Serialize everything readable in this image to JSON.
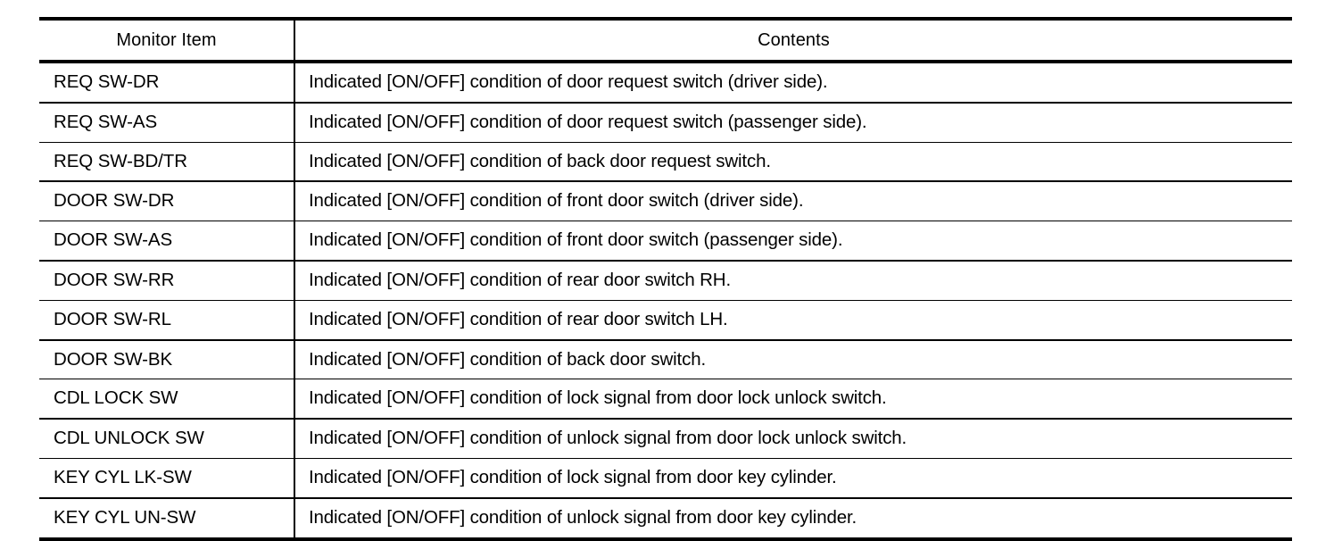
{
  "table": {
    "columns": [
      {
        "key": "monitor_item",
        "label": "Monitor Item",
        "align": "center"
      },
      {
        "key": "contents",
        "label": "Contents",
        "align": "center"
      }
    ],
    "rows": [
      {
        "monitor_item": "REQ SW-DR",
        "contents": "Indicated [ON/OFF] condition of door request switch (driver side)."
      },
      {
        "monitor_item": "REQ SW-AS",
        "contents": "Indicated [ON/OFF] condition of door request switch (passenger side)."
      },
      {
        "monitor_item": "REQ SW-BD/TR",
        "contents": "Indicated [ON/OFF] condition of back door request switch."
      },
      {
        "monitor_item": "DOOR SW-DR",
        "contents": "Indicated [ON/OFF] condition of front door switch (driver side)."
      },
      {
        "monitor_item": "DOOR SW-AS",
        "contents": "Indicated [ON/OFF] condition of front door switch (passenger side)."
      },
      {
        "monitor_item": "DOOR SW-RR",
        "contents": "Indicated [ON/OFF] condition of rear door switch RH."
      },
      {
        "monitor_item": "DOOR SW-RL",
        "contents": "Indicated [ON/OFF] condition of rear door switch LH."
      },
      {
        "monitor_item": "DOOR SW-BK",
        "contents": "Indicated [ON/OFF] condition of back door switch."
      },
      {
        "monitor_item": "CDL LOCK SW",
        "contents": "Indicated [ON/OFF] condition of lock signal from door lock unlock switch."
      },
      {
        "monitor_item": "CDL UNLOCK SW",
        "contents": "Indicated [ON/OFF] condition of unlock signal from door lock unlock switch."
      },
      {
        "monitor_item": "KEY CYL LK-SW",
        "contents": "Indicated [ON/OFF] condition of lock signal from door key cylinder."
      },
      {
        "monitor_item": "KEY CYL UN-SW",
        "contents": "Indicated [ON/OFF] condition of unlock signal from door key cylinder."
      }
    ]
  },
  "colors": {
    "background": "#ffffff",
    "text": "#000000",
    "rule": "#000000"
  }
}
